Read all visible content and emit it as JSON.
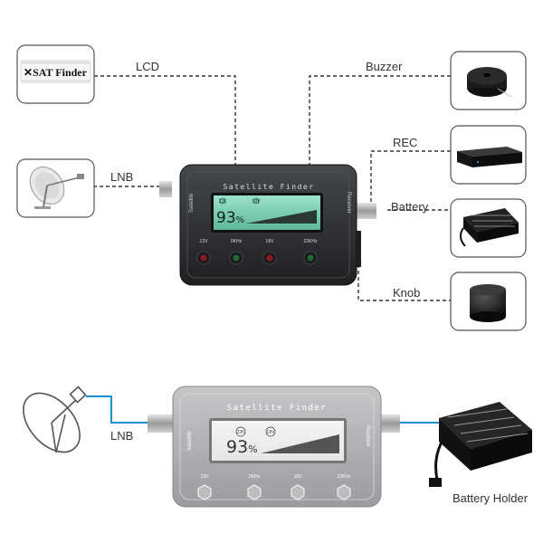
{
  "top_diagram": {
    "labels": {
      "lcd": "LCD",
      "buzzer": "Buzzer",
      "lnb": "LNB",
      "rec": "REC",
      "battery": "Battery",
      "knob": "Knob"
    },
    "sat_finder_logo": "SAT Finder",
    "device": {
      "brand": "Satellite Finder",
      "left_side": "Satellite",
      "right_side": "Receiver",
      "percent_value": "93",
      "percent_sign": "%",
      "indicator_left": "22K",
      "indicator_right": "18V",
      "buttons": [
        "13V",
        "0KHz",
        "18V",
        "22KHz"
      ]
    }
  },
  "bottom_diagram": {
    "labels": {
      "lnb": "LNB",
      "battery_holder": "Battery Holder"
    },
    "device": {
      "brand": "Satellite Finder",
      "left_side": "Satellite",
      "right_side": "Receiver",
      "percent_value": "93",
      "percent_sign": "%",
      "indicator_left": "22K",
      "indicator_right": "18V",
      "buttons": [
        "13V",
        "0KHz",
        "18V",
        "22KHz"
      ]
    }
  },
  "colors": {
    "cable_blue": "#1a8fd0",
    "lcd_green": "#7fd0b6",
    "device_dark": "#2e3033",
    "device_light": "#a9abae"
  }
}
